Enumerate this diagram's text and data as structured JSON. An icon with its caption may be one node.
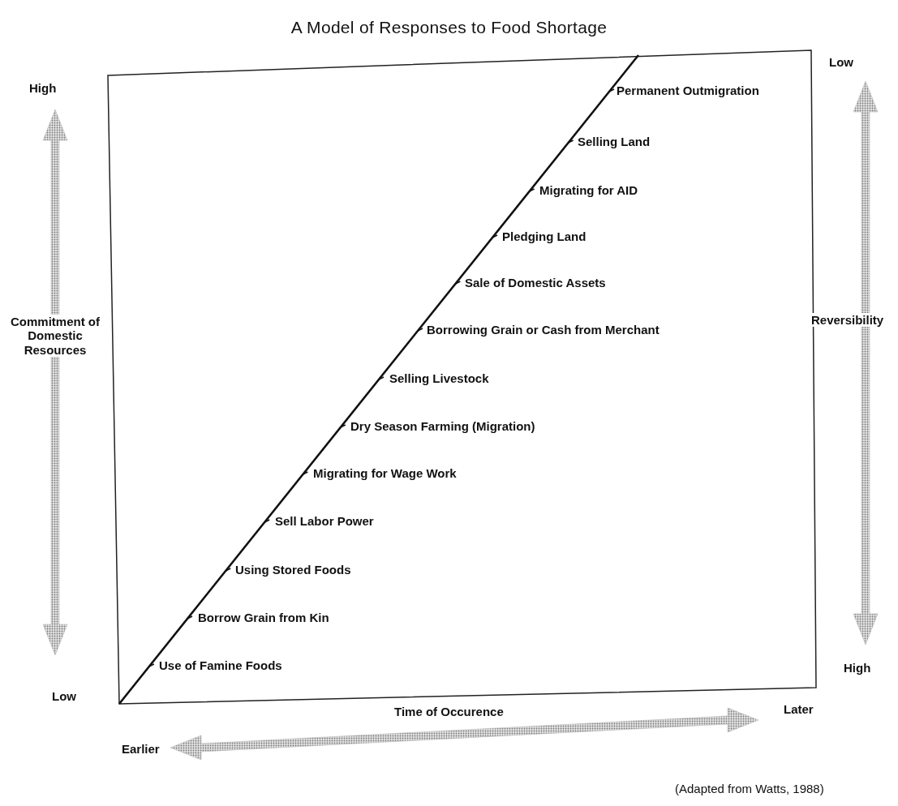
{
  "diagram": {
    "title": "A Model of Responses to Food Shortage",
    "caption": "(Adapted from Watts, 1988)",
    "labels": [
      "Low",
      "High",
      "Permanent Outmigration",
      "Selling Land",
      "Migrating for AID",
      "Pledging Land",
      "Sale of Domestic Assets",
      "Commitment of Domestic Resources",
      "Reversibility",
      "Borrowing Grain or Cash from Merchant",
      "Selling Livestock",
      "Dry Season Farming (Migration)",
      "Migrating for Wage Work",
      "Sell Labor Power",
      "Using Stored Foods",
      "Borrow Grain from Kin",
      "Use of Famine Foods",
      "High",
      "Low",
      "Time of Occurence",
      "Later",
      "Earlier"
    ]
  }
}
